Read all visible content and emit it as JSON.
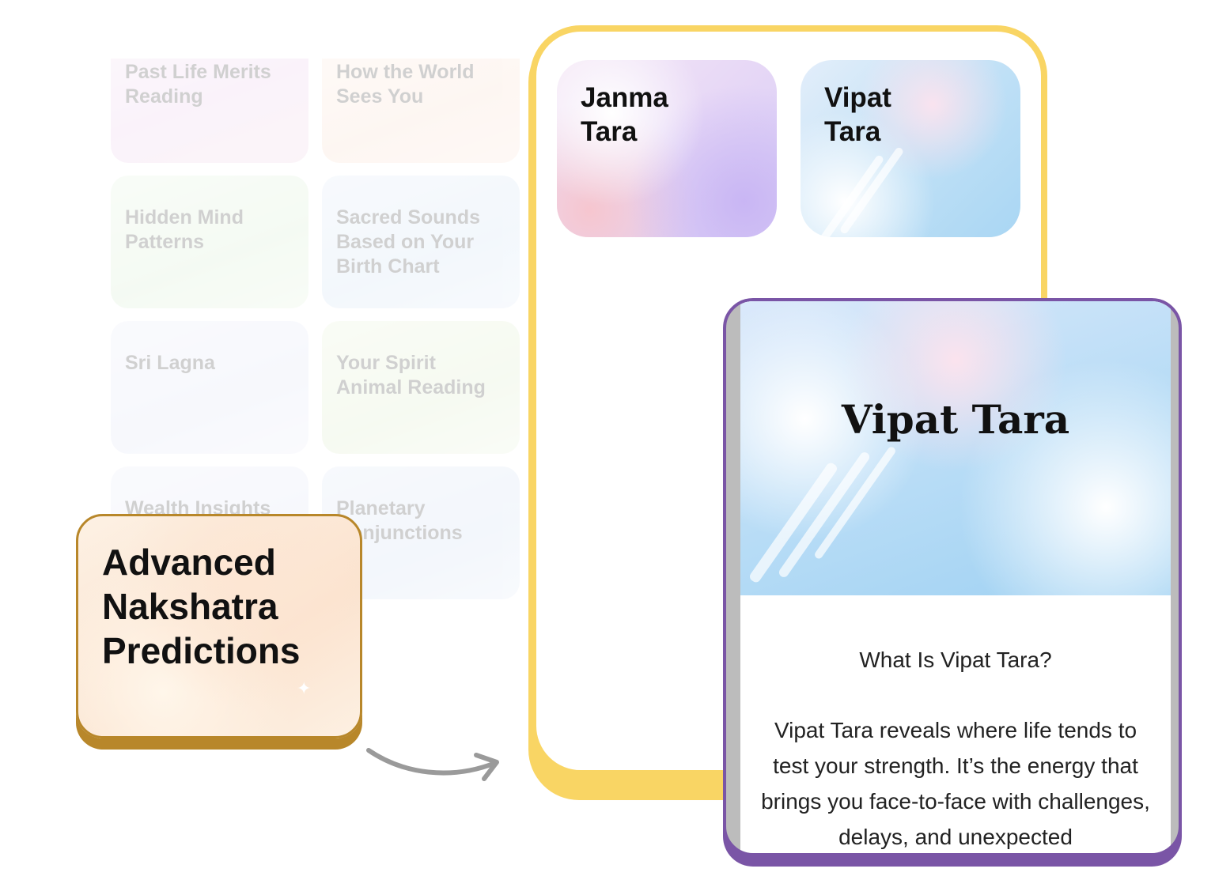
{
  "background_grid": [
    {
      "label": "Past Life Merits Reading"
    },
    {
      "label": "How the World Sees You"
    },
    {
      "label": "Hidden Mind Patterns"
    },
    {
      "label": "Sacred Sounds Based on Your Birth Chart"
    },
    {
      "label": "Sri Lagna"
    },
    {
      "label": "Your Spirit Animal Reading"
    },
    {
      "label": "Wealth Insights"
    },
    {
      "label": "Planetary Conjunctions"
    }
  ],
  "featured_card": {
    "title_lines": [
      "Advanced",
      "Nakshatra",
      "Predictions"
    ]
  },
  "tara_cards": [
    {
      "line1": "Janma",
      "line2": "Tara"
    },
    {
      "line1": "Vipat",
      "line2": "Tara"
    }
  ],
  "detail": {
    "title": "Vipat Tara",
    "question": "What Is Vipat Tara?",
    "description": "Vipat Tara reveals where life tends to test your strength. It’s the energy that brings you face-to-face with challenges, delays, and unexpected"
  },
  "colors": {
    "yellow_frame": "#f9d564",
    "gold_border": "#b8872a",
    "purple_border": "#7a55a6"
  }
}
